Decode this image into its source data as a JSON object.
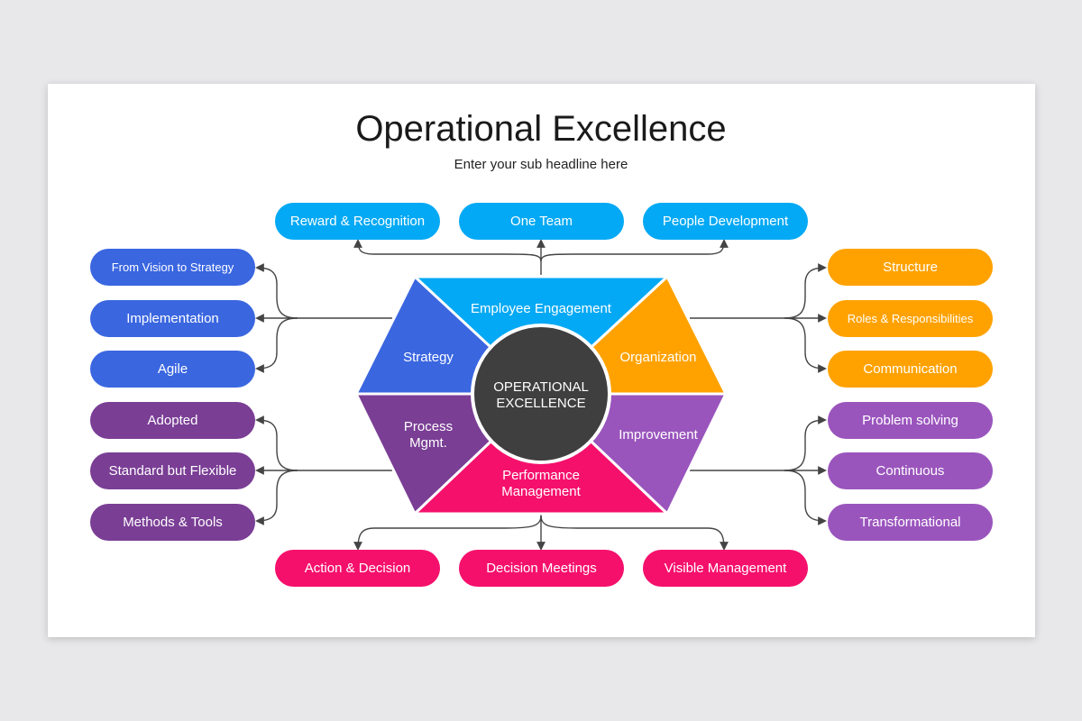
{
  "title": "Operational Excellence",
  "subtitle": "Enter your sub headline here",
  "center": {
    "line1": "OPERATIONAL",
    "line2": "EXCELLENCE"
  },
  "segments": {
    "top": {
      "label": "Employee Engagement",
      "color": "#03a9f4"
    },
    "upper_left": {
      "label": "Strategy",
      "color": "#3a66e0"
    },
    "upper_right": {
      "label": "Organization",
      "color": "#ffa200"
    },
    "lower_left": {
      "line1": "Process",
      "line2": "Mgmt.",
      "color": "#7a3e95"
    },
    "lower_right": {
      "label": "Improvement",
      "color": "#9a55bd"
    },
    "bottom": {
      "line1": "Performance",
      "line2": "Management",
      "color": "#f5106c"
    }
  },
  "top_items": [
    "Reward & Recognition",
    "One Team",
    "People Development"
  ],
  "left_upper_items": [
    "From Vision to Strategy",
    "Implementation",
    "Agile"
  ],
  "left_lower_items": [
    "Adopted",
    "Standard but Flexible",
    "Methods & Tools"
  ],
  "right_upper_items": [
    "Structure",
    "Roles & Responsibilities",
    "Communication"
  ],
  "right_lower_items": [
    "Problem solving",
    "Continuous",
    "Transformational"
  ],
  "bottom_items": [
    "Action & Decision",
    "Decision Meetings",
    "Visible Management"
  ],
  "center_color": "#3f3f3f",
  "connector_color": "#444444"
}
